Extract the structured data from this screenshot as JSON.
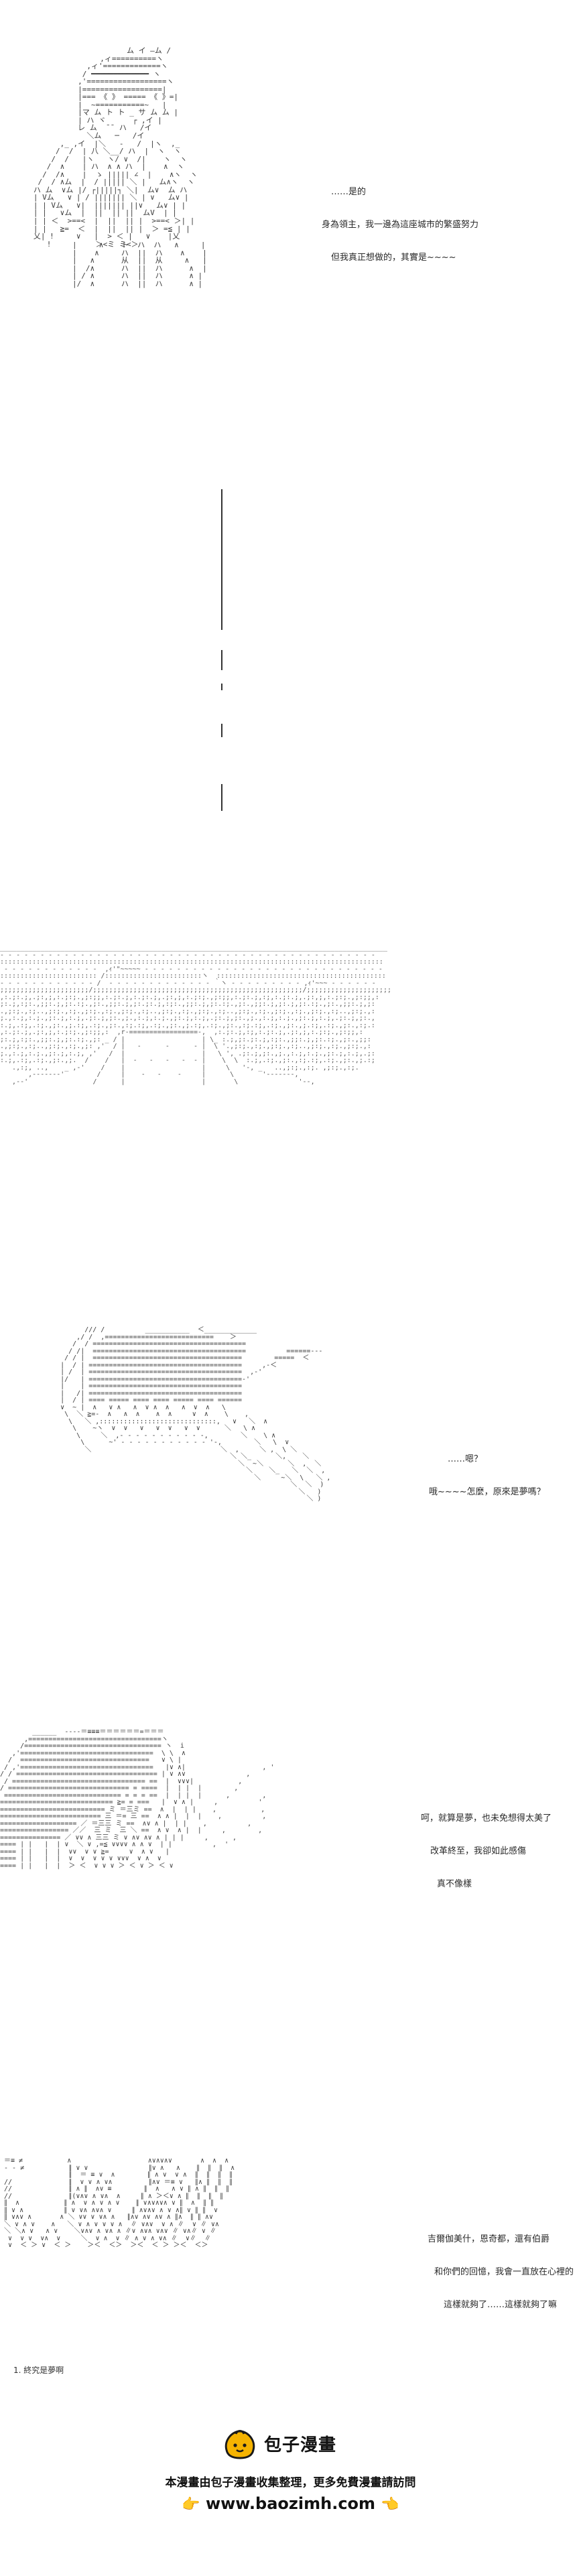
{
  "panels": [
    {
      "id": "panel-1",
      "dialogue": [
        "……是的",
        "身為領主，我一邊為這座城市的繁盛努力",
        "但我真正想做的，其實是~~~~"
      ]
    },
    {
      "id": "panel-2",
      "dialogue": []
    },
    {
      "id": "panel-3",
      "dialogue": [
        "……嗯？",
        "哦~~~~怎麼，原來是夢嗎？"
      ]
    },
    {
      "id": "panel-4",
      "dialogue": [
        "呵，就算是夢，也未免想得太美了",
        "改革終至，我卻如此感傷",
        "真不像樣"
      ]
    },
    {
      "id": "panel-5",
      "dialogue": [
        "吉爾伽美什，恩奇都，還有伯爵",
        "和你們的回憶，我會一直放在心裡的",
        "這樣就夠了……這樣就夠了嘛"
      ]
    }
  ],
  "footnote": "1. 終究是夢啊",
  "watermark": {
    "title": "包子漫畫",
    "line1": "本漫畫由包子漫畫收集整理，更多免費漫畫請訪問",
    "url": "www.baozimh.com",
    "hand_icon": "pointing-hand-icon",
    "mascot_icon": "bun-mascot-icon",
    "accent": "#f5b301"
  }
}
